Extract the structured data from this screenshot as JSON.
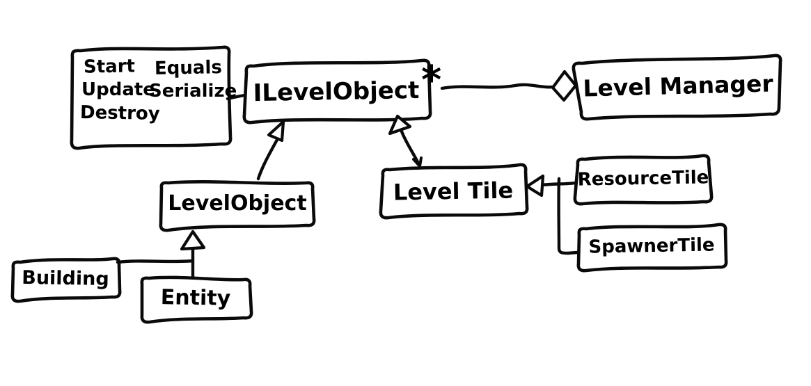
{
  "diagram": {
    "title": "hand-drawn class diagram sketch",
    "background_color": "#ffffff",
    "ink_color": "#0a0a0a",
    "nodes": {
      "methods_note": {
        "left_column": [
          "Start",
          "Update",
          "Destroy"
        ],
        "right_column": [
          "Equals",
          "Serialize"
        ]
      },
      "ilevelobject": {
        "label": "ILevelObject"
      },
      "levelmanager": {
        "label": "Level Manager"
      },
      "levelobject": {
        "label": "LevelObject"
      },
      "leveltile": {
        "label": "Level Tile"
      },
      "resourcetile": {
        "label": "ResourceTile"
      },
      "spawnertile": {
        "label": "SpawnerTile"
      },
      "building": {
        "label": "Building"
      },
      "entity": {
        "label": "Entity"
      }
    },
    "annotations": {
      "multiplicity_star": "*"
    },
    "edges": [
      {
        "from": "methods note",
        "to": "ILevelObject",
        "type": "note-link"
      },
      {
        "from": "ILevelObject",
        "to": "LevelManager",
        "type": "aggregation",
        "multiplicity": "*"
      },
      {
        "from": "LevelObject",
        "to": "ILevelObject",
        "type": "realization-hollow-triangle"
      },
      {
        "from": "LevelTile",
        "to": "ILevelObject",
        "type": "realization-hollow-triangle"
      },
      {
        "from": "ResourceTile",
        "to": "LevelTile",
        "type": "inheritance-hollow-triangle"
      },
      {
        "from": "SpawnerTile",
        "to": "LevelTile",
        "type": "inheritance-hollow-triangle"
      },
      {
        "from": "Entity",
        "to": "LevelObject",
        "type": "inheritance-hollow-triangle"
      },
      {
        "from": "Building",
        "to": "LevelObject",
        "type": "inheritance-hollow-triangle"
      }
    ]
  }
}
